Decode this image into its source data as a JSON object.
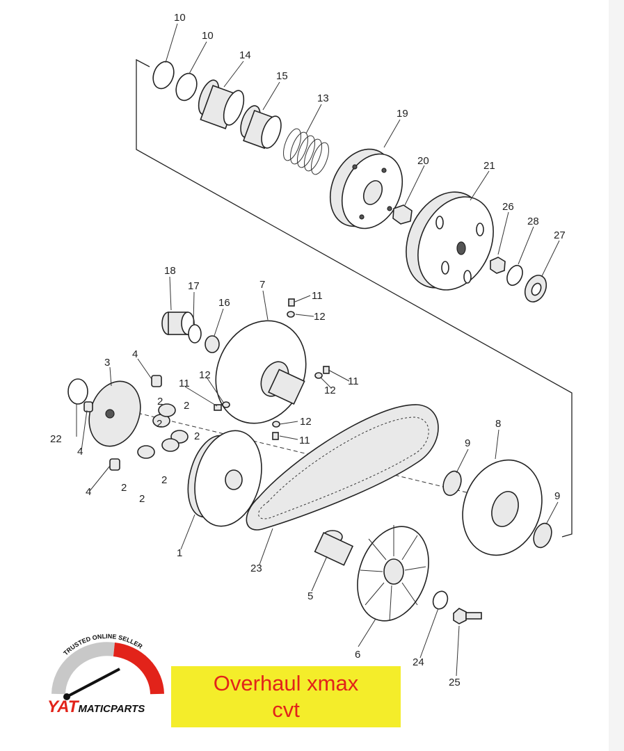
{
  "callouts": [
    {
      "label": "10"
    },
    {
      "label": "10"
    },
    {
      "label": "14"
    },
    {
      "label": "15"
    },
    {
      "label": "13"
    },
    {
      "label": "19"
    },
    {
      "label": "20"
    },
    {
      "label": "21"
    },
    {
      "label": "26"
    },
    {
      "label": "28"
    },
    {
      "label": "27"
    },
    {
      "label": "18"
    },
    {
      "label": "17"
    },
    {
      "label": "16"
    },
    {
      "label": "7"
    },
    {
      "label": "11"
    },
    {
      "label": "12"
    },
    {
      "label": "3"
    },
    {
      "label": "4"
    },
    {
      "label": "2"
    },
    {
      "label": "2"
    },
    {
      "label": "11"
    },
    {
      "label": "12"
    },
    {
      "label": "12"
    },
    {
      "label": "11"
    },
    {
      "label": "22"
    },
    {
      "label": "4"
    },
    {
      "label": "2"
    },
    {
      "label": "2"
    },
    {
      "label": "12"
    },
    {
      "label": "11"
    },
    {
      "label": "2"
    },
    {
      "label": "4"
    },
    {
      "label": "2"
    },
    {
      "label": "2"
    },
    {
      "label": "9"
    },
    {
      "label": "8"
    },
    {
      "label": "9"
    },
    {
      "label": "1"
    },
    {
      "label": "23"
    },
    {
      "label": "5"
    },
    {
      "label": "6"
    },
    {
      "label": "24"
    },
    {
      "label": "25"
    }
  ],
  "logo": {
    "arc_text": "TRUSTED ONLINE SELLER",
    "brand_prefix": "YAT",
    "brand_suffix": "MATICPARTS",
    "colors": {
      "red": "#e2231a",
      "grey": "#bfbfbf",
      "black": "#111111"
    }
  },
  "caption": {
    "line1": "Overhaul xmax",
    "line2": "cvt",
    "background": "#f4ed2a",
    "text_color": "#e2231a"
  }
}
